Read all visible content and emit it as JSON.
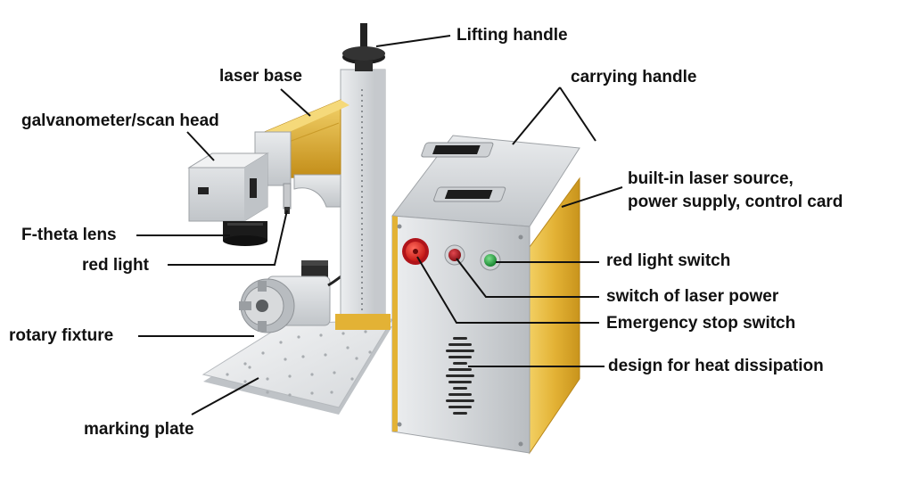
{
  "labels": {
    "lifting_handle": "Lifting handle",
    "carrying_handle": "carrying handle",
    "laser_base": "laser base",
    "galvanometer": "galvanometer/scan head",
    "laser_source_line1": "built-in laser source,",
    "laser_source_line2": "power supply, control card",
    "f_theta_lens": "F-theta lens",
    "red_light": "red light",
    "red_light_switch": "red light switch",
    "switch_laser_power": "switch of laser power",
    "emergency_stop": "Emergency stop switch",
    "rotary_fixture": "rotary fixture",
    "heat_dissipation": "design for heat dissipation",
    "marking_plate": "marking plate"
  },
  "colors": {
    "cabinet_gold": "#e8b93a",
    "cabinet_dark_gold": "#c9971e",
    "aluminium": "#d7d9dc",
    "aluminium_dark": "#a9adb2",
    "emergency_red": "#d81f1f",
    "indicator_red": "#b0141a",
    "indicator_green": "#1aa33a",
    "leader_line": "#111111"
  }
}
